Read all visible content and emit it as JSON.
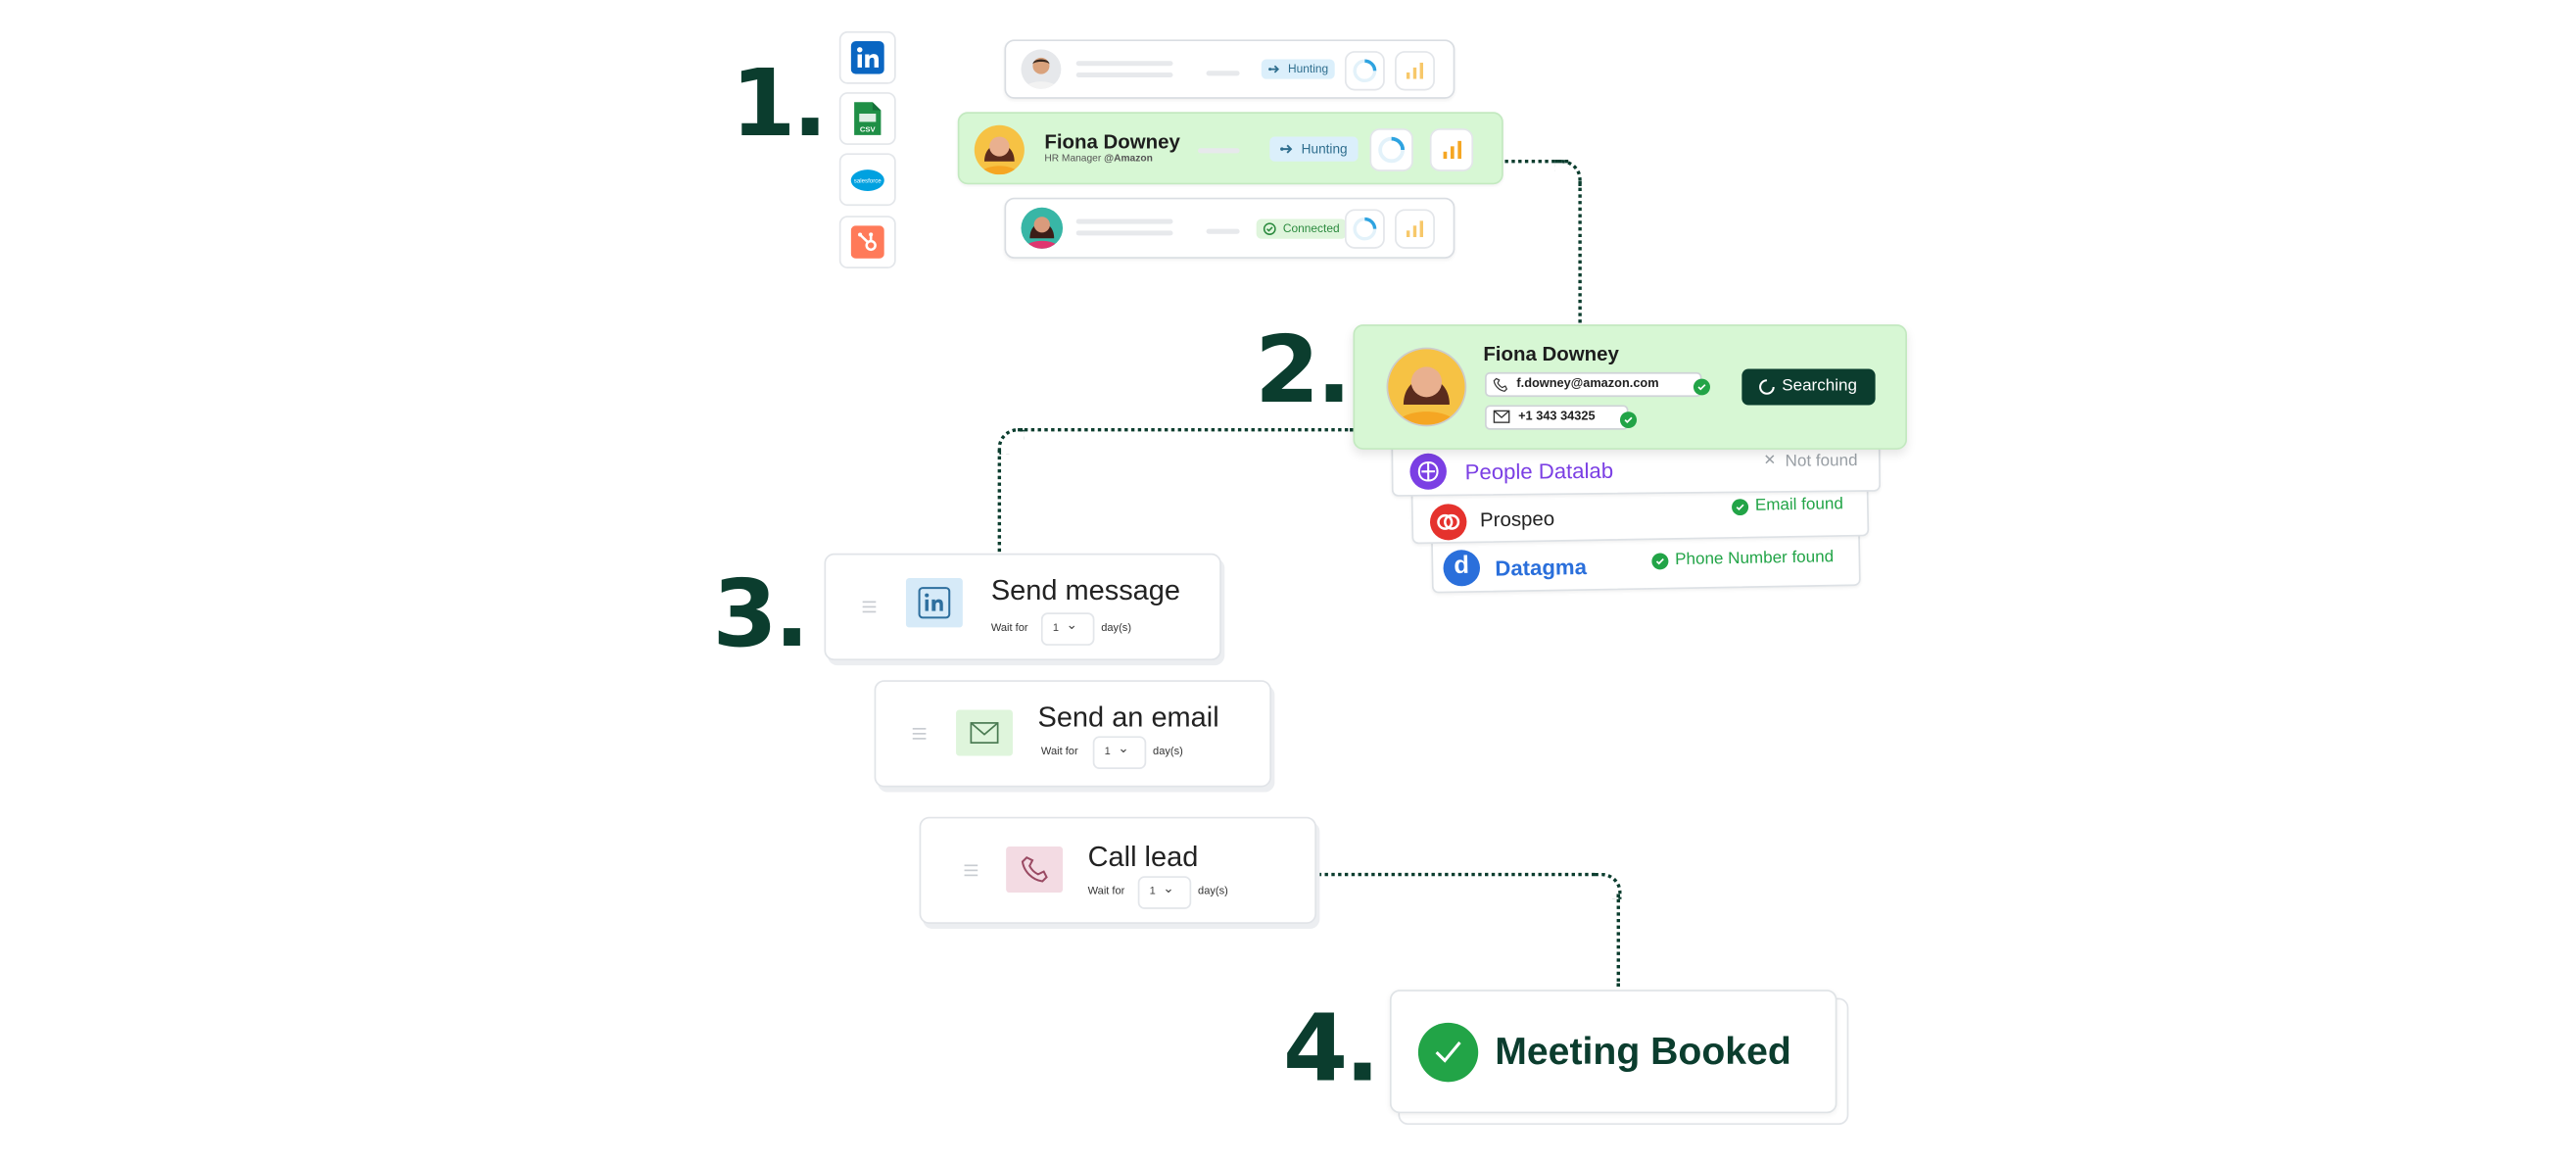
{
  "steps": {
    "s1": "1.",
    "s2": "2.",
    "s3": "3.",
    "s4": "4."
  },
  "sources": [
    {
      "icon": "linkedin-icon",
      "color": "#0a66c2"
    },
    {
      "icon": "csv-file-icon",
      "color": "#1f8f46",
      "label": "CSV"
    },
    {
      "icon": "salesforce-icon",
      "color": "#00a1e0",
      "label": "salesforce"
    },
    {
      "icon": "hubspot-icon",
      "color": "#ff7a59"
    }
  ],
  "leads": {
    "top": {
      "status": "Hunting"
    },
    "featured": {
      "name": "Fiona Downey",
      "role_prefix": "HR Manager ",
      "company": "@Amazon",
      "status": "Hunting"
    },
    "bottom": {
      "status": "Connected"
    }
  },
  "enrich": {
    "name": "Fiona Downey",
    "email": "f.downey@amazon.com",
    "phone": "+1 343 34325",
    "button": "Searching"
  },
  "providers": [
    {
      "name": "People Datalab",
      "result": "Not found",
      "color": "#7b3fe4",
      "result_color": "#9aa0a6"
    },
    {
      "name": "Prospeo",
      "result": "Email found",
      "color": "#e5322d",
      "result_color": "#22a447"
    },
    {
      "name": "Datagma",
      "result": "Phone Number found",
      "color": "#2a6fdb",
      "result_color": "#22a447"
    }
  ],
  "sequence": [
    {
      "title": "Send message",
      "wait_label": "Wait for",
      "days": "1",
      "unit": "day(s)",
      "icon": "linkedin-icon"
    },
    {
      "title": "Send an email",
      "wait_label": "Wait for",
      "days": "1",
      "unit": "day(s)",
      "icon": "envelope-icon"
    },
    {
      "title": "Call lead",
      "wait_label": "Wait for",
      "days": "1",
      "unit": "day(s)",
      "icon": "phone-icon"
    }
  ],
  "outcome": {
    "label": "Meeting Booked"
  },
  "colors": {
    "brand_dark": "#0b3d2e",
    "highlight": "#d7f7d4",
    "success": "#22a447"
  }
}
